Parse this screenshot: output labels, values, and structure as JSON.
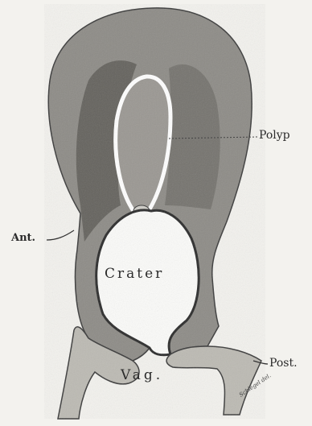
{
  "labels": {
    "polyp": "Polyp",
    "ant": "Ant.",
    "crater": "Crater",
    "post": "Post.",
    "vag": "Vag.",
    "signature": "Schlegel del."
  }
}
